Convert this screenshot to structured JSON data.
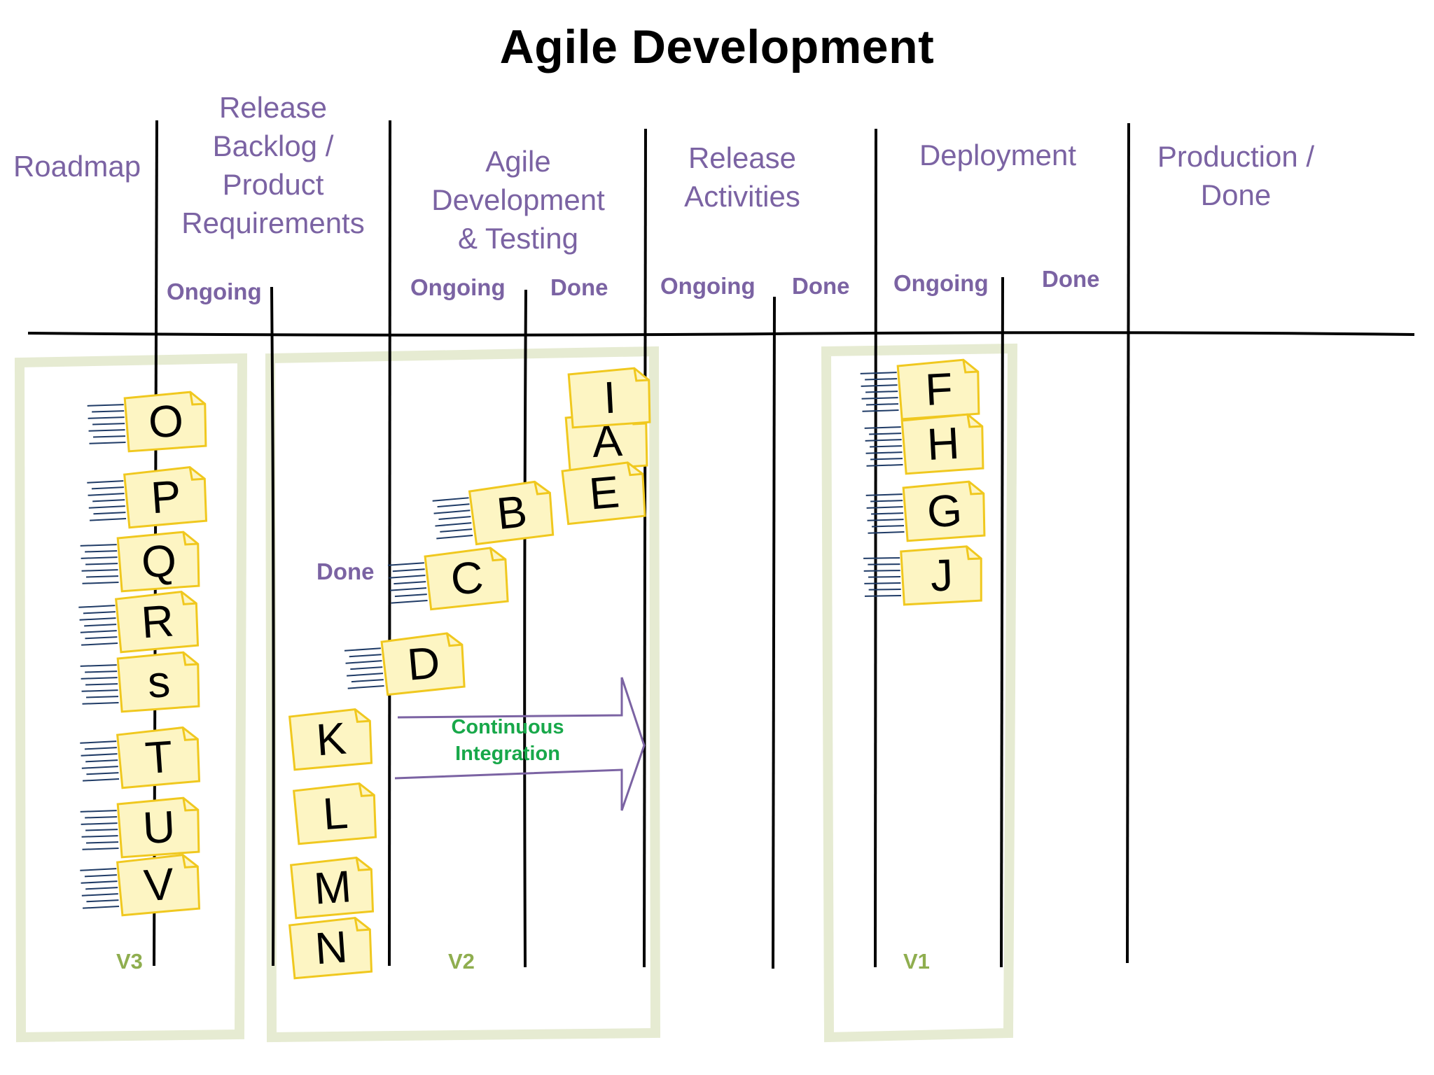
{
  "title": "Agile Development",
  "columns": [
    {
      "id": "roadmap",
      "label": "Roadmap"
    },
    {
      "id": "release-backlog",
      "label": "Release\nBacklog /\nProduct\nRequirements"
    },
    {
      "id": "agile-dev",
      "label": "Agile\nDevelopment\n& Testing"
    },
    {
      "id": "release-activities",
      "label": "Release\nActivities"
    },
    {
      "id": "deployment",
      "label": "Deployment"
    },
    {
      "id": "production",
      "label": "Production /\nDone"
    }
  ],
  "sub_labels": {
    "backlog_ongoing": "Ongoing",
    "dev_ongoing": "Ongoing",
    "dev_done": "Done",
    "release_ongoing": "Ongoing",
    "release_done": "Done",
    "deploy_ongoing": "Ongoing",
    "deploy_done": "Done",
    "backlog_done": "Done"
  },
  "versions": {
    "v3": "V3",
    "v2": "V2",
    "v1": "V1"
  },
  "continuous_integration": "Continuous\nIntegration",
  "colors": {
    "header_text": "#7b63a3",
    "note_fill": "#fdf5c3",
    "note_border": "#f0c81f",
    "version_text": "#8fae4f",
    "ci_text": "#18a84a",
    "ci_arrow": "#7b63a3",
    "motion_lines": "#1f3b66",
    "band": "#e6ebd2"
  },
  "notes": {
    "O": "O",
    "P": "P",
    "Q": "Q",
    "R": "R",
    "s": "s",
    "T": "T",
    "U": "U",
    "V": "V",
    "K": "K",
    "L": "L",
    "M": "M",
    "N": "N",
    "B": "B",
    "C": "C",
    "D": "D",
    "I": "I",
    "A": "A",
    "E": "E",
    "F": "F",
    "H": "H",
    "G": "G",
    "J": "J"
  }
}
